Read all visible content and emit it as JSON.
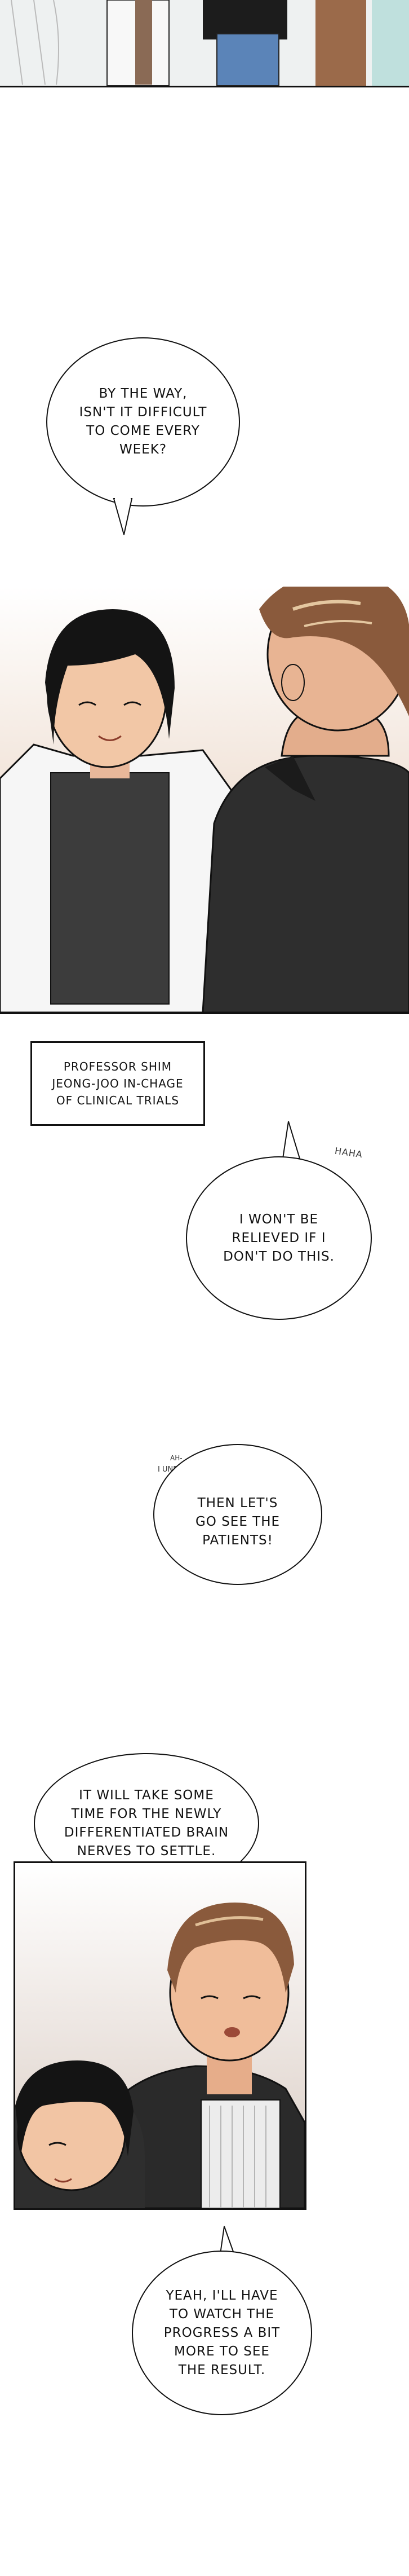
{
  "bubbles": {
    "b1": "BY THE WAY,\nISN'T IT DIFFICULT\nTO COME EVERY\nWEEK?",
    "b2": "I WON'T BE\nRELIEVED IF I\nDON'T DO THIS.",
    "b3": "THEN LET'S\nGO SEE THE\nPATIENTS!",
    "b4": "IT WILL TAKE SOME\nTIME FOR THE NEWLY\nDIFFERENTIATED BRAIN\nNERVES TO SETTLE.",
    "b5": "YEAH, I'LL HAVE\nTO WATCH THE\nPROGRESS A BIT\nMORE TO SEE\nTHE RESULT."
  },
  "caption": "PROFESSOR SHIM\nJEONG-JOO IN-CHAGE\nOF CLINICAL TRIALS",
  "sfx": {
    "haha": "HAHA",
    "ah": "AH-",
    "understand": "I UNDERSTAND."
  },
  "colors": {
    "panel_border": "#111111",
    "skin": "#f2c7a6",
    "hair_dark": "#141414",
    "hair_brown": "#8a5a3c",
    "jacket": "#2e2e2e",
    "coat": "#f4f4f4",
    "shirt": "#3a3a3a"
  }
}
